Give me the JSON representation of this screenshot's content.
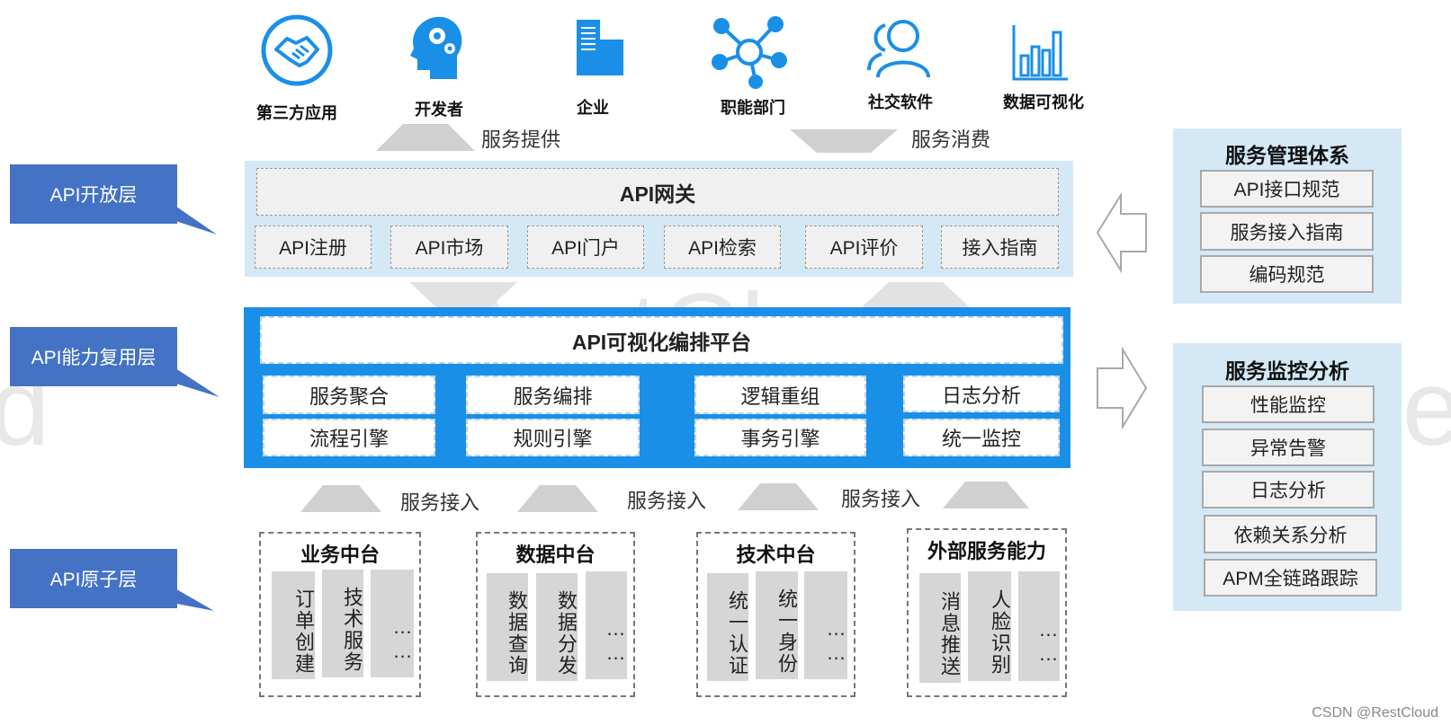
{
  "watermark": {
    "center": "RestCloud",
    "left": "id",
    "right": "Re"
  },
  "consumers": [
    {
      "icon": "handshake-icon",
      "label": "第三方应用"
    },
    {
      "icon": "developer-head-icon",
      "label": "开发者"
    },
    {
      "icon": "enterprise-building-icon",
      "label": "企业"
    },
    {
      "icon": "network-nodes-icon",
      "label": "职能部门"
    },
    {
      "icon": "users-icon",
      "label": "社交软件"
    },
    {
      "icon": "bar-chart-icon",
      "label": "数据可视化"
    }
  ],
  "flows": {
    "provide": "服务提供",
    "consume": "服务消费",
    "access_1": "服务接入",
    "access_2": "服务接入",
    "access_3": "服务接入"
  },
  "layers": {
    "open": "API开放层",
    "reuse": "API能力复用层",
    "atomic": "API原子层"
  },
  "gateway": {
    "title": "API网关",
    "items": [
      "API注册",
      "API市场",
      "API门户",
      "API检索",
      "API评价",
      "接入指南"
    ]
  },
  "orchestration": {
    "title": "API可视化编排平台",
    "row1": [
      "服务聚合",
      "服务编排",
      "逻辑重组",
      "日志分析"
    ],
    "row2": [
      "流程引擎",
      "规则引擎",
      "事务引擎",
      "统一监控"
    ]
  },
  "management": {
    "title": "服务管理体系",
    "items": [
      "API接口规范",
      "服务接入指南",
      "编码规范"
    ]
  },
  "monitoring": {
    "title": "服务监控分析",
    "items": [
      "性能监控",
      "异常告警",
      "日志分析",
      "依赖关系分析",
      "APM全链路跟踪"
    ]
  },
  "atomic_groups": [
    {
      "title": "业务中台",
      "cols": [
        "订单创建",
        "技术服务",
        "……"
      ]
    },
    {
      "title": "数据中台",
      "cols": [
        "数据查询",
        "数据分发",
        "……"
      ]
    },
    {
      "title": "技术中台",
      "cols": [
        "统一认证",
        "统一身份",
        "……"
      ]
    },
    {
      "title": "外部服务能力",
      "cols": [
        "消息推送",
        "人脸识别",
        "……"
      ]
    }
  ],
  "credit": "CSDN @RestCloud",
  "colors": {
    "accent_blue": "#1a8fe8",
    "tag_blue": "#4472c4",
    "light_panel": "#d5e8f6",
    "arrow_grey": "#d0d0d0"
  }
}
